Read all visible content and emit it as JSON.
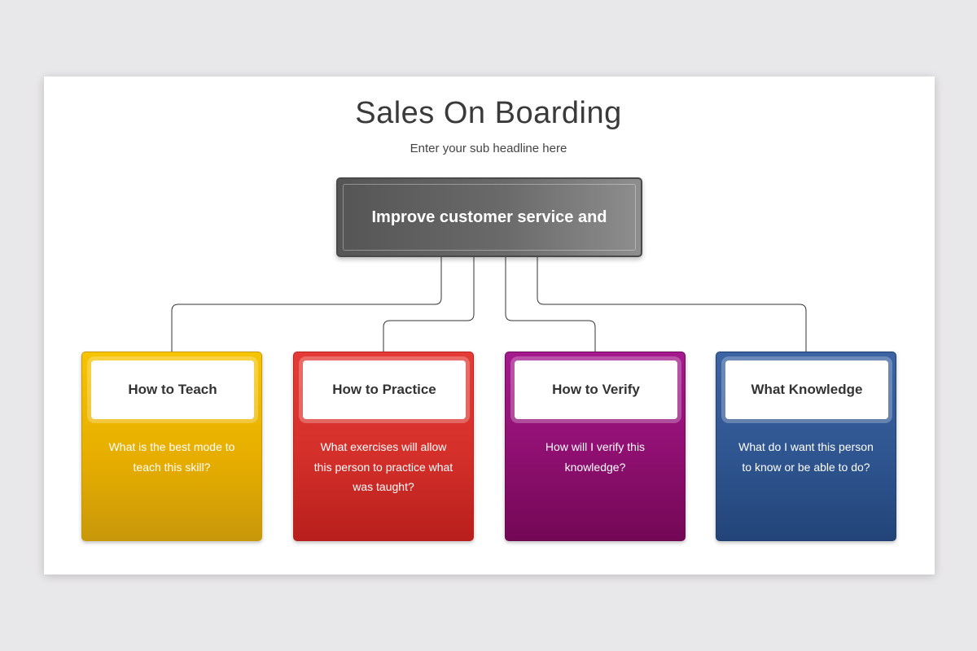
{
  "slide": {
    "title": "Sales On Boarding",
    "subtitle": "Enter your sub headline here"
  },
  "root": {
    "label": "Improve customer service and"
  },
  "cards": [
    {
      "heading": "How to Teach",
      "text": "What is the best mode to teach this skill?",
      "color": "#f2bc00"
    },
    {
      "heading": "How to Practice",
      "text": "What exercises will allow this person to practice what was taught?",
      "color": "#d9302b"
    },
    {
      "heading": "How to Verify",
      "text": "How will I verify this knowledge?",
      "color": "#8e0f70"
    },
    {
      "heading": "What Knowledge",
      "text": "What do I want this person to know or be able to do?",
      "color": "#2f5590"
    }
  ],
  "connector_color": "#333333"
}
